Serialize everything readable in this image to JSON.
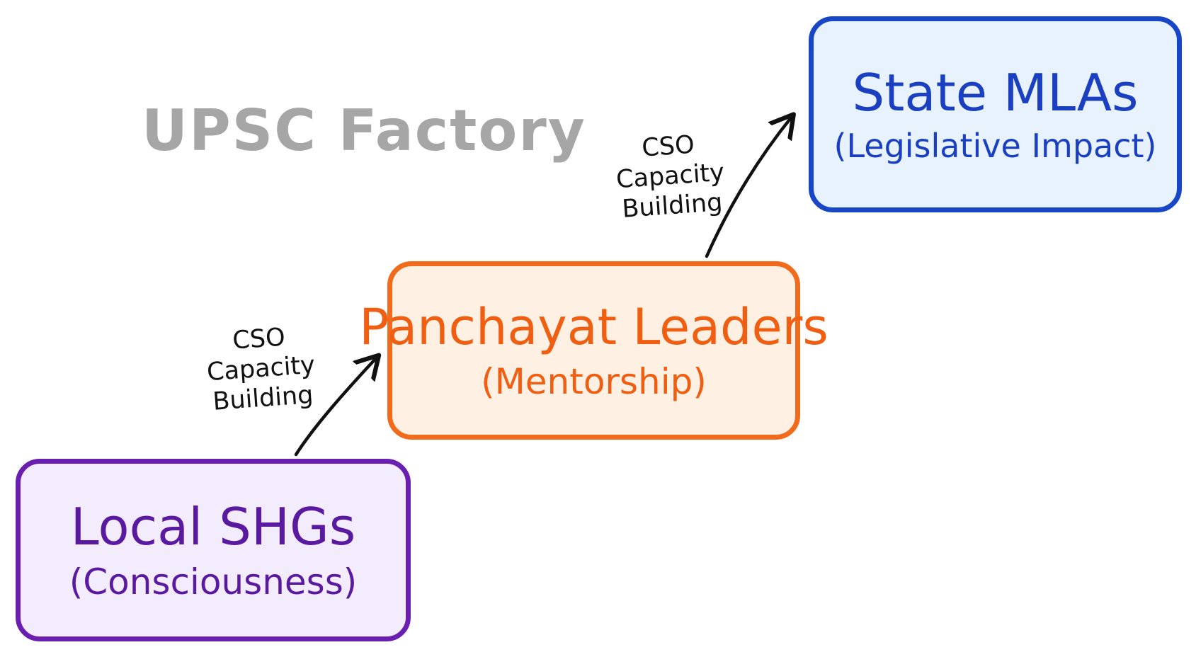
{
  "watermark": {
    "text": "UPSC Factory",
    "color": "#a6a6a6"
  },
  "boxes": [
    {
      "title": "Local SHGs",
      "subtitle": "(Consciousness)",
      "border_color": "#6a1fb0",
      "fill_color": "#f3ecfd",
      "text_color": "#5a1aa0"
    },
    {
      "title": "Panchayat Leaders",
      "subtitle": "(Mentorship)",
      "border_color": "#f26a1b",
      "fill_color": "#fff0e4",
      "text_color": "#f05e12"
    },
    {
      "title": "State MLAs",
      "subtitle": "(Legislative Impact)",
      "border_color": "#1747c7",
      "fill_color": "#e7f2fd",
      "text_color": "#1a3fc0"
    }
  ],
  "arrows": [
    {
      "lines": [
        "CSO",
        "Capacity",
        "Building"
      ]
    },
    {
      "lines": [
        "CSO",
        "Capacity",
        "Building"
      ]
    }
  ],
  "arrow_color": "#111111"
}
